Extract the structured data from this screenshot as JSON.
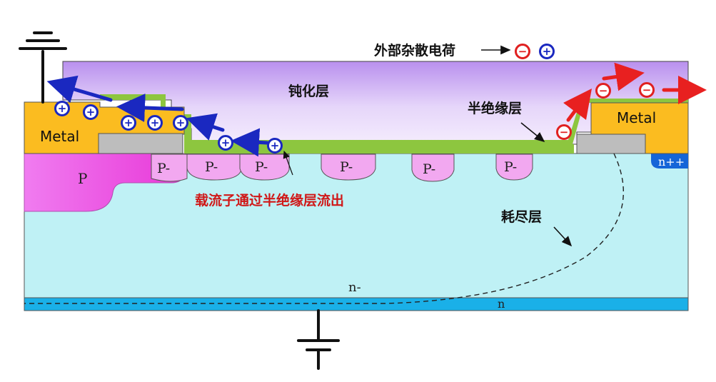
{
  "labels": {
    "external_charge": "外部杂散电荷",
    "passivation": "钝化层",
    "semi_insulating": "半绝缘层",
    "metal_left": "Metal",
    "metal_right": "Metal",
    "carrier_flow": "载流子通过半绝缘层流出",
    "depletion": "耗尽层",
    "n_minus": "n-",
    "n_sub": "n",
    "n_plus": "n++",
    "p_main": "P",
    "p_minus": [
      "P-",
      "P-",
      "P-",
      "P-",
      "P-",
      "P-"
    ]
  },
  "charges": {
    "positive_symbol": "+",
    "negative_symbol": "−"
  },
  "colors": {
    "passivation": "#c9a8f0",
    "semi_insulating": "#8dc63f",
    "metal": "#fbbc20",
    "oxide": "#bdbdbd",
    "substrate": "#bff1f5",
    "n_layer": "#1ab0e8",
    "p_main": "#f060e8",
    "p_minus": "#f2a8f0",
    "n_plus": "#1565d8",
    "positive_charge": "#1a28c0",
    "negative_charge": "#e02020",
    "carrier_text": "#d01818"
  }
}
